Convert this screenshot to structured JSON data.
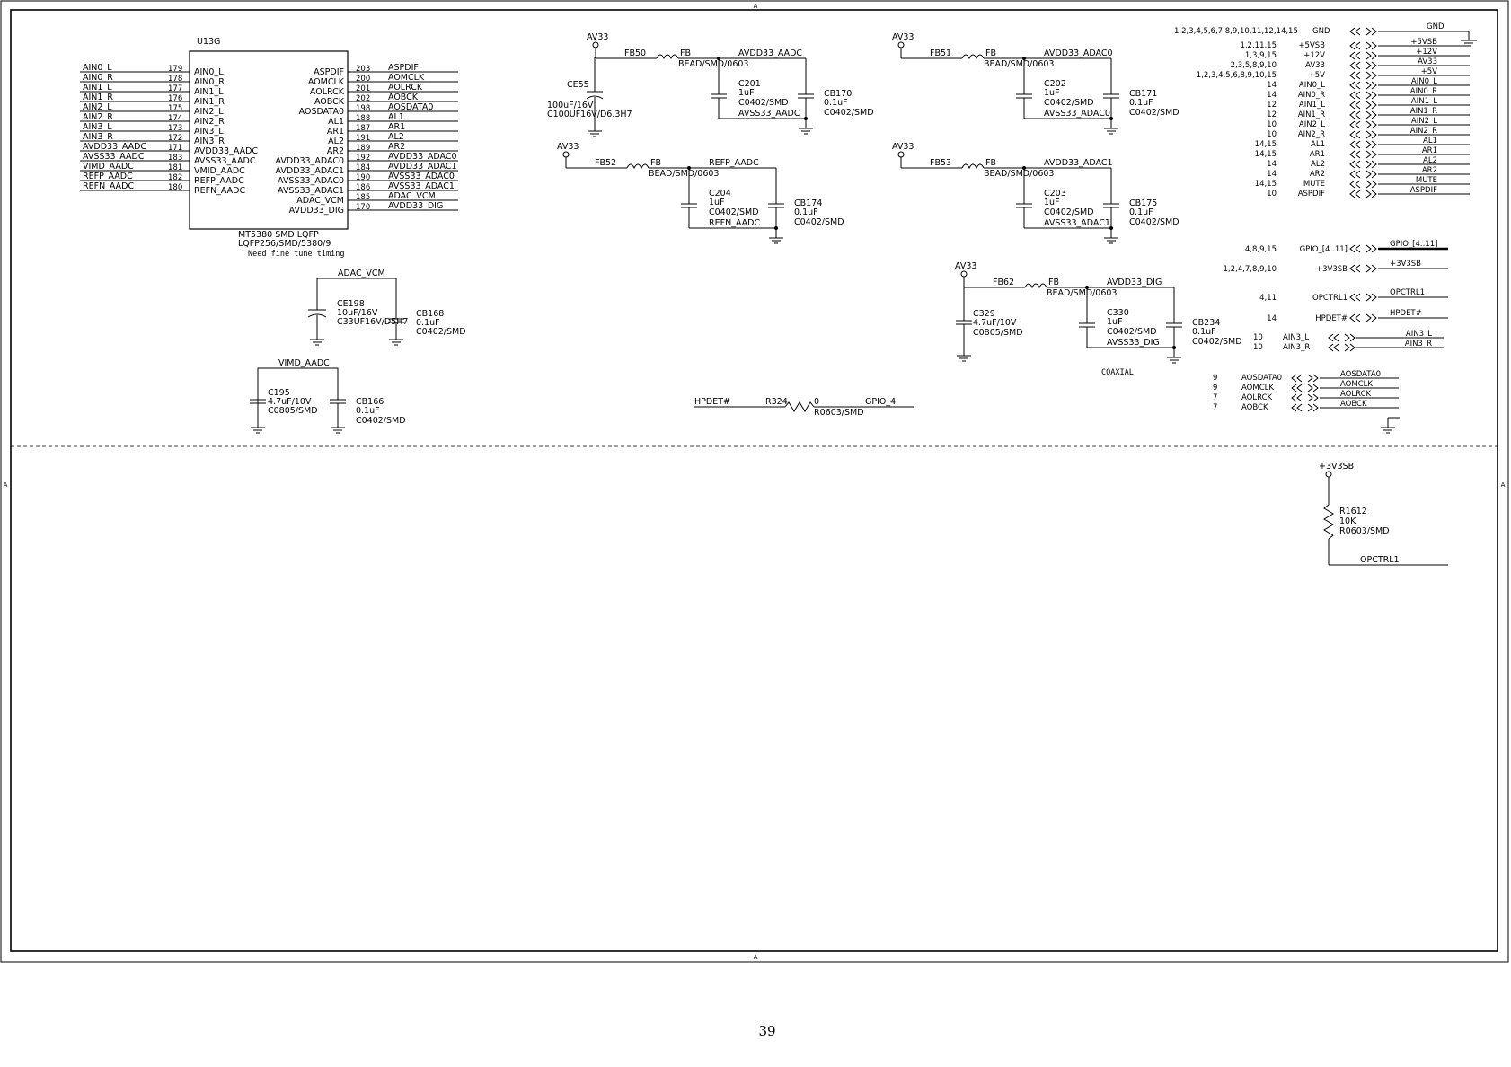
{
  "page_number": "39",
  "border_marks": {
    "top": "A",
    "bottom": "A",
    "left": "A",
    "right": "A"
  },
  "chip": {
    "ref": "U13G",
    "part": "MT5380 SMD LQFP",
    "footprint": "LQFP256/SMD/5380/9",
    "note": "Need fine tune timing",
    "left_pins": [
      {
        "net": "AIN0_L",
        "num": "179",
        "pin": "AIN0_L"
      },
      {
        "net": "AIN0_R",
        "num": "178",
        "pin": "AIN0_R"
      },
      {
        "net": "AIN1_L",
        "num": "177",
        "pin": "AIN1_L"
      },
      {
        "net": "AIN1_R",
        "num": "176",
        "pin": "AIN1_R"
      },
      {
        "net": "AIN2_L",
        "num": "175",
        "pin": "AIN2_L"
      },
      {
        "net": "AIN2_R",
        "num": "174",
        "pin": "AIN2_R"
      },
      {
        "net": "AIN3_L",
        "num": "173",
        "pin": "AIN3_L"
      },
      {
        "net": "AIN3_R",
        "num": "172",
        "pin": "AIN3_R"
      },
      {
        "net": "AVDD33_AADC",
        "num": "171",
        "pin": "AVDD33_AADC"
      },
      {
        "net": "AVSS33_AADC",
        "num": "183",
        "pin": "AVSS33_AADC"
      },
      {
        "net": "VIMD_AADC",
        "num": "181",
        "pin": "VMID_AADC"
      },
      {
        "net": "REFP_AADC",
        "num": "182",
        "pin": "REFP_AADC"
      },
      {
        "net": "REFN_AADC",
        "num": "180",
        "pin": "REFN_AADC"
      }
    ],
    "right_pins": [
      {
        "pin": "ASPDIF",
        "num": "203",
        "net": "ASPDIF"
      },
      {
        "pin": "AOMCLK",
        "num": "200",
        "net": "AOMCLK"
      },
      {
        "pin": "AOLRCK",
        "num": "201",
        "net": "AOLRCK"
      },
      {
        "pin": "AOBCK",
        "num": "202",
        "net": "AOBCK"
      },
      {
        "pin": "AOSDATA0",
        "num": "198",
        "net": "AOSDATA0"
      },
      {
        "pin": "AL1",
        "num": "188",
        "net": "AL1"
      },
      {
        "pin": "AR1",
        "num": "187",
        "net": "AR1"
      },
      {
        "pin": "AL2",
        "num": "191",
        "net": "AL2"
      },
      {
        "pin": "AR2",
        "num": "189",
        "net": "AR2"
      },
      {
        "pin": "AVDD33_ADAC0",
        "num": "192",
        "net": "AVDD33_ADAC0"
      },
      {
        "pin": "AVDD33_ADAC1",
        "num": "184",
        "net": "AVDD33_ADAC1"
      },
      {
        "pin": "AVSS33_ADAC0",
        "num": "190",
        "net": "AVSS33_ADAC0"
      },
      {
        "pin": "AVSS33_ADAC1",
        "num": "186",
        "net": "AVSS33_ADAC1"
      },
      {
        "pin": "ADAC_VCM",
        "num": "185",
        "net": "ADAC_VCM"
      },
      {
        "pin": "AVDD33_DIG",
        "num": "170",
        "net": "AVDD33_DIG"
      }
    ]
  },
  "adac_vcm": {
    "net": "ADAC_VCM",
    "ce": {
      "ref": "CE198",
      "value": "10uF/16V",
      "fp": "C33UF16V/D5H7"
    },
    "cb": {
      "ref": "CB168",
      "value": "0.1uF",
      "fp": "C0402/SMD"
    }
  },
  "vimd": {
    "net": "VIMD_AADC",
    "c": {
      "ref": "C195",
      "value": "4.7uF/10V",
      "fp": "C0805/SMD"
    },
    "cb": {
      "ref": "CB166",
      "value": "0.1uF",
      "fp": "C0402/SMD"
    }
  },
  "filters": [
    {
      "supply": "AV33",
      "fb": "FB50",
      "fb_type": "FB",
      "fb_fp": "BEAD/SMD/0603",
      "net": "AVDD33_AADC",
      "gnd": "AVSS33_AADC",
      "c": {
        "ref": "C201",
        "value": "1uF",
        "fp": "C0402/SMD"
      },
      "cb": {
        "ref": "CB170",
        "value": "0.1uF",
        "fp": "C0402/SMD"
      },
      "ce": {
        "ref": "CE55",
        "value": "100uF/16V",
        "fp": "C100UF16V/D6.3H7"
      }
    },
    {
      "supply": "AV33",
      "fb": "FB51",
      "fb_type": "FB",
      "fb_fp": "BEAD/SMD/0603",
      "net": "AVDD33_ADAC0",
      "gnd": "AVSS33_ADAC0",
      "c": {
        "ref": "C202",
        "value": "1uF",
        "fp": "C0402/SMD"
      },
      "cb": {
        "ref": "CB171",
        "value": "0.1uF",
        "fp": "C0402/SMD"
      }
    },
    {
      "supply": "AV33",
      "fb": "FB52",
      "fb_type": "FB",
      "fb_fp": "BEAD/SMD/0603",
      "net": "REFP_AADC",
      "gnd": "REFN_AADC",
      "c": {
        "ref": "C204",
        "value": "1uF",
        "fp": "C0402/SMD"
      },
      "cb": {
        "ref": "CB174",
        "value": "0.1uF",
        "fp": "C0402/SMD"
      }
    },
    {
      "supply": "AV33",
      "fb": "FB53",
      "fb_type": "FB",
      "fb_fp": "BEAD/SMD/0603",
      "net": "AVDD33_ADAC1",
      "gnd": "AVSS33_ADAC1",
      "c": {
        "ref": "C203",
        "value": "1uF",
        "fp": "C0402/SMD"
      },
      "cb": {
        "ref": "CB175",
        "value": "0.1uF",
        "fp": "C0402/SMD"
      }
    },
    {
      "supply": "AV33",
      "fb": "FB62",
      "fb_type": "FB",
      "fb_fp": "BEAD/SMD/0603",
      "net": "AVDD33_DIG",
      "gnd": "AVSS33_DIG",
      "c": {
        "ref": "C330",
        "value": "1uF",
        "fp": "C0402/SMD"
      },
      "cb": {
        "ref": "CB234",
        "value": "0.1uF",
        "fp": "C0402/SMD"
      },
      "c2": {
        "ref": "C329",
        "value": "4.7uF/10V",
        "fp": "C0805/SMD"
      }
    }
  ],
  "coaxial_note": "COAXIAL",
  "hpdet_resistor": {
    "net_left": "HPDET#",
    "ref": "R324",
    "value": "0",
    "fp": "R0603/SMD",
    "net_right": "GPIO_4"
  },
  "gnd_port": {
    "pages": "1,2,3,4,5,6,7,8,9,10,11,12,14,15",
    "name": "GND",
    "net": "GND"
  },
  "power_ports": [
    {
      "pages": "1,2,11,15",
      "name": "+5VSB",
      "net": "+5VSB"
    },
    {
      "pages": "1,3,9,15",
      "name": "+12V",
      "net": "+12V"
    },
    {
      "pages": "2,3,5,8,9,10",
      "name": "AV33",
      "net": "AV33"
    },
    {
      "pages": "1,2,3,4,5,6,8,9,10,15",
      "name": "+5V",
      "net": "+5V"
    },
    {
      "pages": "14",
      "name": "AIN0_L",
      "net": "AIN0_L"
    },
    {
      "pages": "14",
      "name": "AIN0_R",
      "net": "AIN0_R"
    },
    {
      "pages": "12",
      "name": "AIN1_L",
      "net": "AIN1_L"
    },
    {
      "pages": "12",
      "name": "AIN1_R",
      "net": "AIN1_R"
    },
    {
      "pages": "10",
      "name": "AIN2_L",
      "net": "AIN2_L"
    },
    {
      "pages": "10",
      "name": "AIN2_R",
      "net": "AIN2_R"
    },
    {
      "pages": "14,15",
      "name": "AL1",
      "net": "AL1"
    },
    {
      "pages": "14,15",
      "name": "AR1",
      "net": "AR1"
    },
    {
      "pages": "14",
      "name": "AL2",
      "net": "AL2"
    },
    {
      "pages": "14",
      "name": "AR2",
      "net": "AR2"
    },
    {
      "pages": "14,15",
      "name": "MUTE",
      "net": "MUTE"
    },
    {
      "pages": "10",
      "name": "ASPDIF",
      "net": "ASPDIF"
    }
  ],
  "single_ports": [
    {
      "pages": "4,8,9,15",
      "name": "GPIO_[4..11]",
      "net": "GPIO_[4..11]",
      "bus": true
    },
    {
      "pages": "1,2,4,7,8,9,10",
      "name": "+3V3SB",
      "net": "+3V3SB"
    },
    {
      "pages": "4,11",
      "name": "OPCTRL1",
      "net": "OPCTRL1"
    },
    {
      "pages": "14",
      "name": "HPDET#",
      "net": "HPDET#"
    }
  ],
  "ain3_ports": [
    {
      "pages": "10",
      "name": "AIN3_L",
      "net": "AIN3_L"
    },
    {
      "pages": "10",
      "name": "AIN3_R",
      "net": "AIN3_R"
    }
  ],
  "ao_ports": [
    {
      "pages": "9",
      "name": "AOSDATA0",
      "net": "AOSDATA0"
    },
    {
      "pages": "9",
      "name": "AOMCLK",
      "net": "AOMCLK"
    },
    {
      "pages": "7",
      "name": "AOLRCK",
      "net": "AOLRCK"
    },
    {
      "pages": "7",
      "name": "AOBCK",
      "net": "AOBCK"
    }
  ],
  "pullup": {
    "supply": "+3V3SB",
    "ref": "R1612",
    "value": "10K",
    "fp": "R0603/SMD",
    "net": "OPCTRL1"
  }
}
